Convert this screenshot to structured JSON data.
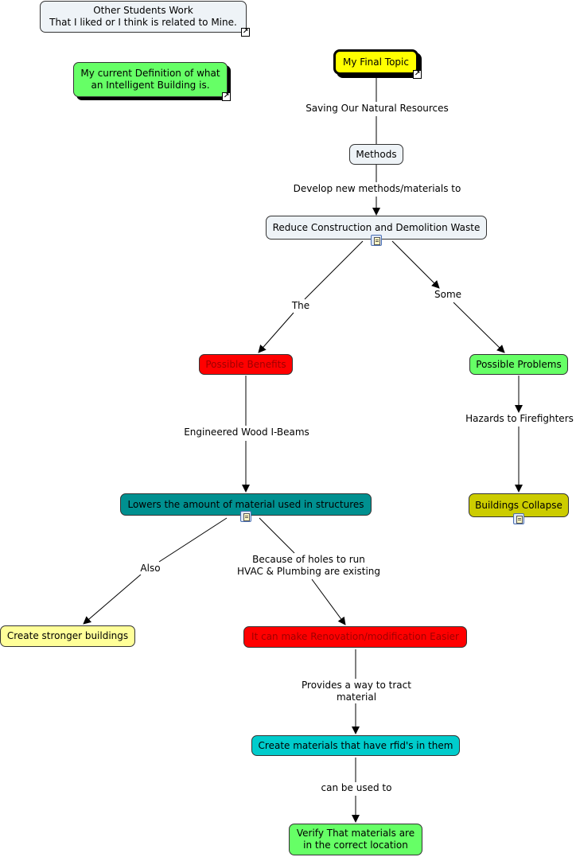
{
  "colors": {
    "light": "#eef3f7",
    "green": "#66ff66",
    "yellow": "#ffff00",
    "red": "#ff0000",
    "olive": "#cccc00",
    "teal": "#009090",
    "cyan": "#00cccc",
    "paleyellow": "#ffff99"
  },
  "nodes": {
    "other_work": "Other Students Work\nThat I liked or I think is related to Mine.",
    "definition": "My current Definition of what\nan Intelligent Building is.",
    "final_topic": "My Final Topic",
    "methods": "Methods",
    "reduce": "Reduce Construction and Demolition Waste",
    "benefits": "Possible Benefits",
    "problems": "Possible Problems",
    "lowers": "Lowers the amount of material used in structures",
    "collapse": "Buildings Collapse",
    "stronger": "Create stronger buildings",
    "renovation": "It can make Renovation/modification Easier",
    "rfid": "Create materials that have rfid's in them",
    "verify": "Verify That materials are\nin the correct location"
  },
  "links": {
    "saving": "Saving Our Natural Resources",
    "develop": "Develop new methods/materials to",
    "the": "The",
    "some": "Some",
    "engineered": "Engineered Wood I-Beams",
    "hazards": "Hazards to Firefighters",
    "also": "Also",
    "because": "Because of holes to run\nHVAC & Plumbing are existing",
    "provides": "Provides a way to tract\nmaterial",
    "canbe": "can be used to"
  },
  "icons": {
    "link_icon": "arrow-shortcut",
    "doc_icon": "document-resource"
  }
}
